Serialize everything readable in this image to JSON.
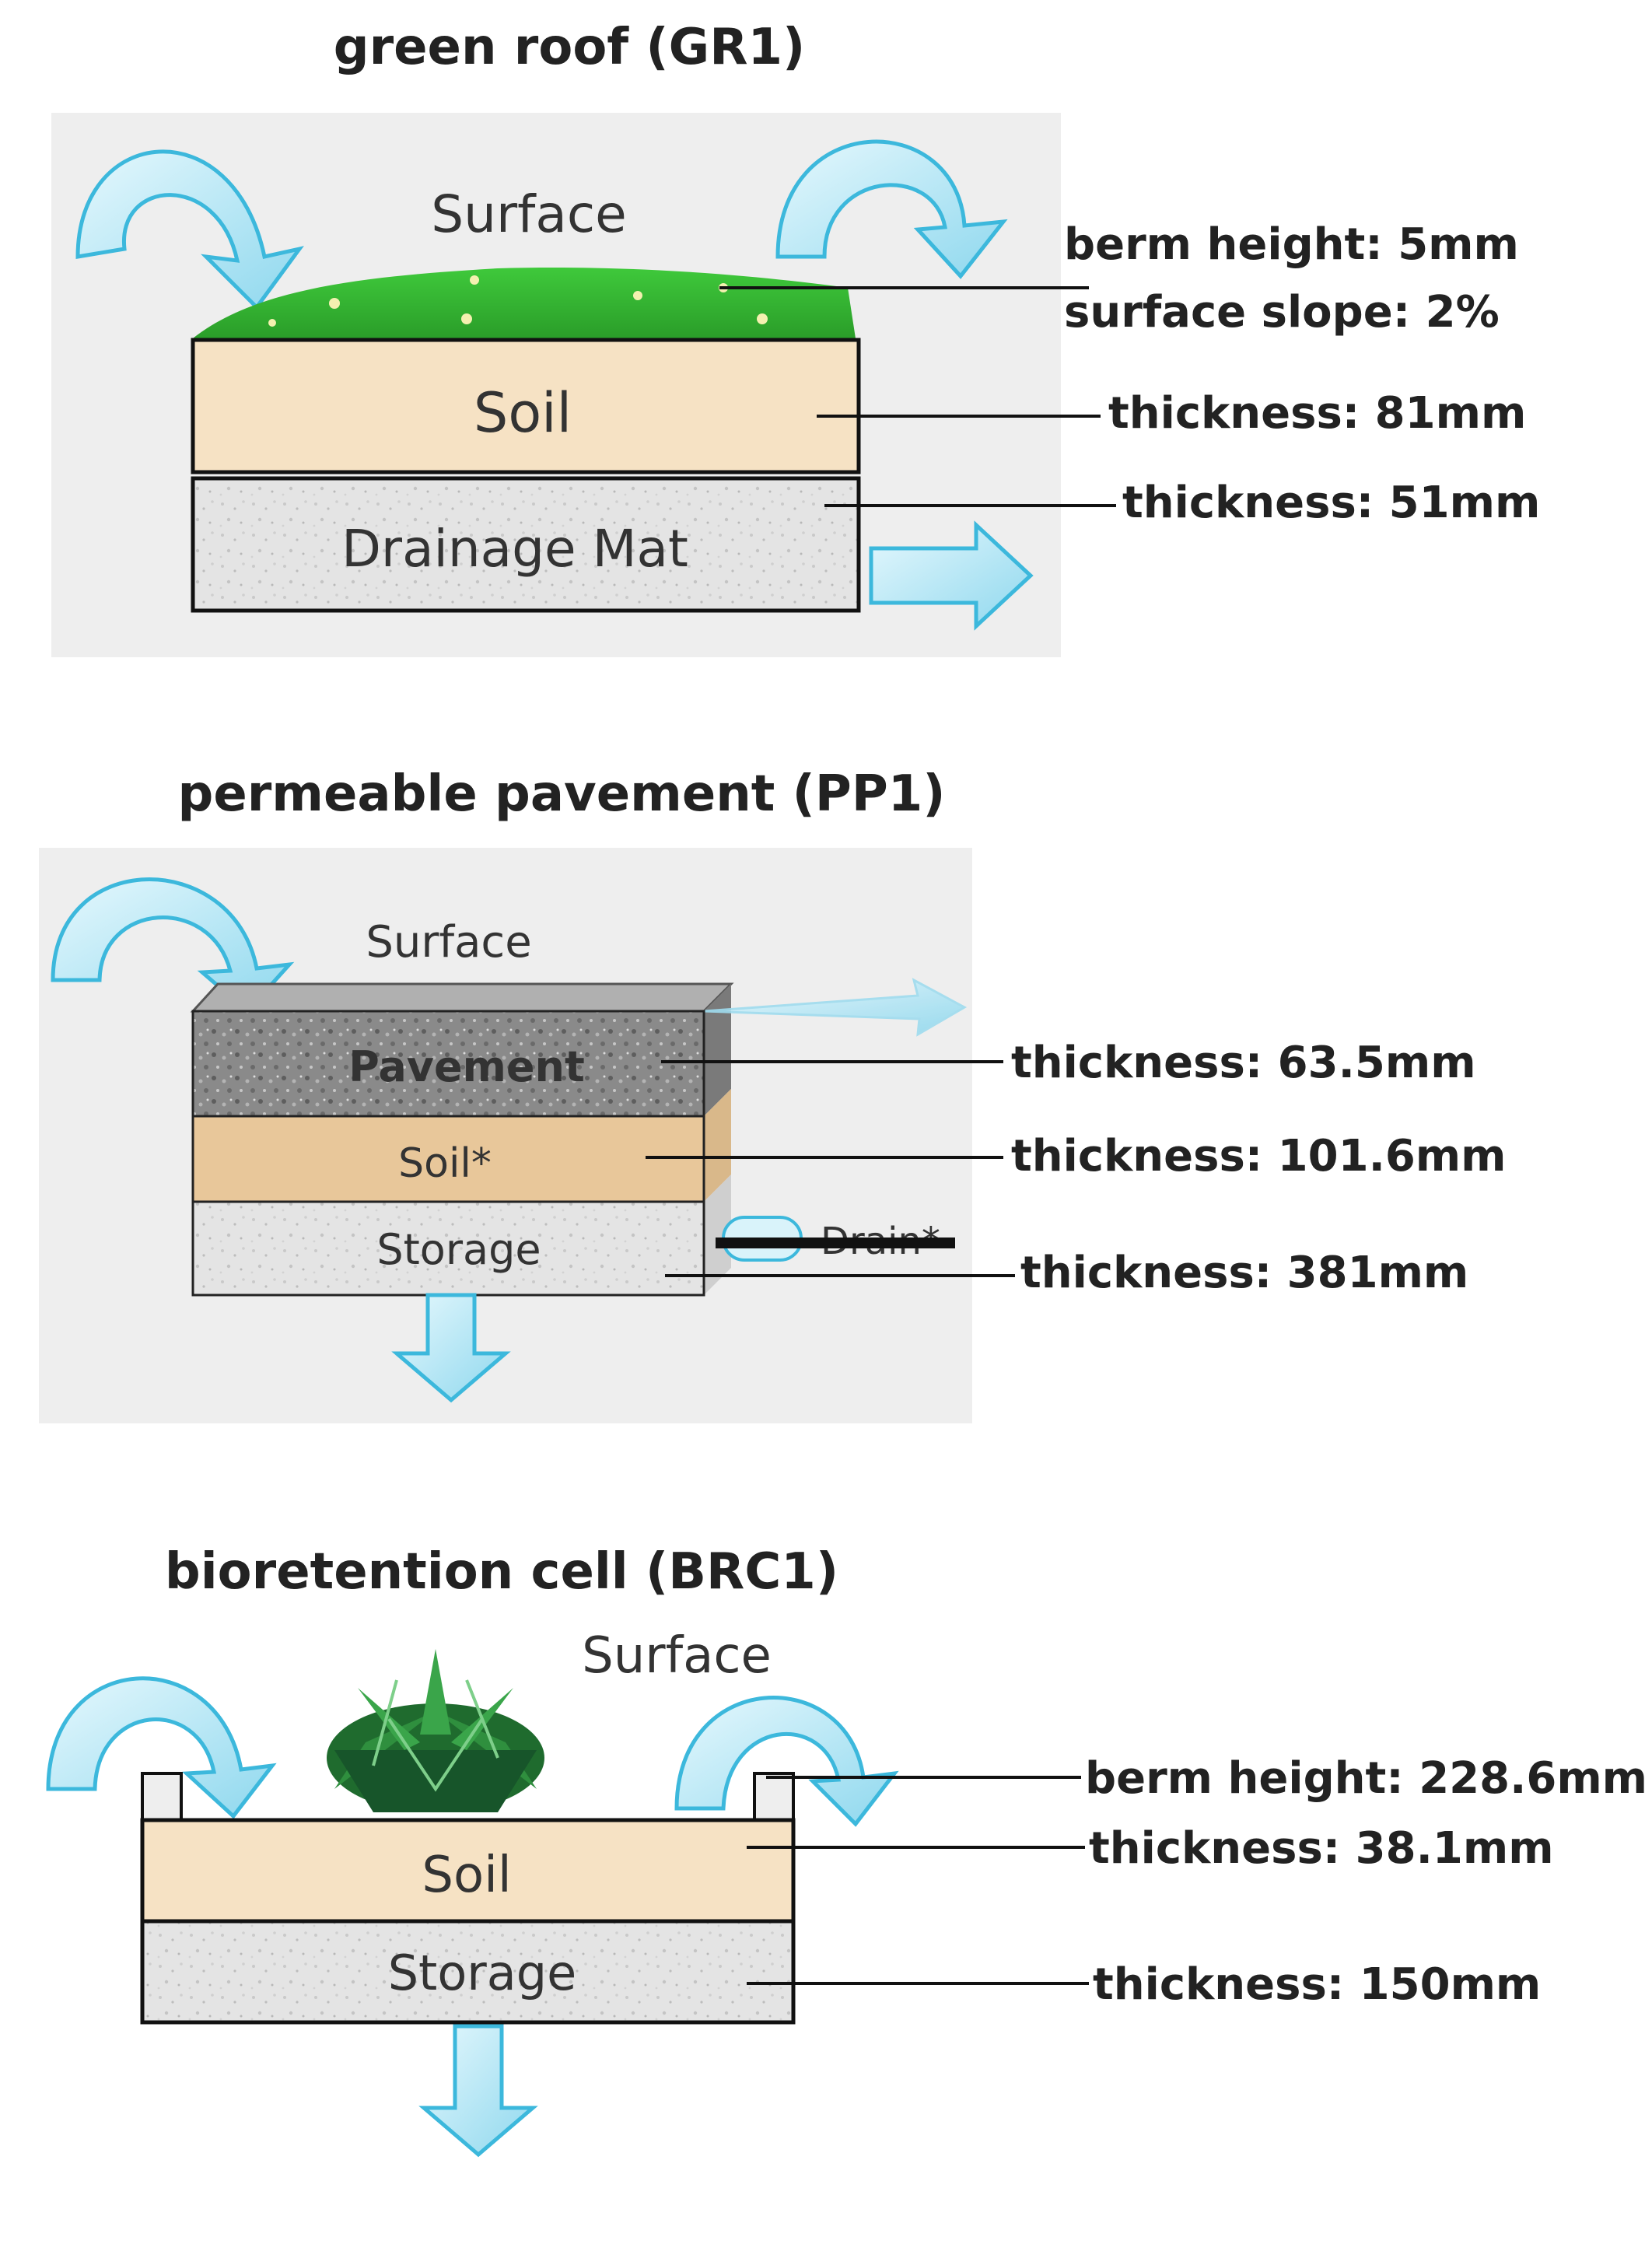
{
  "colors": {
    "panel_bg": "#eeeeee",
    "arrow_fill": "#bfe9f5",
    "arrow_stroke": "#3cb8dc",
    "grass": "#39b536",
    "soil": "#f6e2c4",
    "soil_pp": "#e8c79a",
    "gravel": "#e6e6e6",
    "pavement": "#8c8c8c",
    "leaves": "#1f6b2e"
  },
  "green_roof": {
    "title": "green roof (GR1)",
    "layers": {
      "surface": "Surface",
      "soil": "Soil",
      "drainage": "Drainage Mat"
    },
    "annotations": {
      "berm_height": "berm height: 5mm",
      "surface_slope": "surface slope: 2%",
      "soil_thickness": "thickness: 81mm",
      "drainage_thickness": "thickness: 51mm"
    }
  },
  "permeable_pavement": {
    "title": "permeable pavement (PP1)",
    "layers": {
      "surface": "Surface",
      "pavement": "Pavement",
      "soil": "Soil*",
      "storage": "Storage",
      "drain": "Drain*"
    },
    "annotations": {
      "pavement_thickness": "thickness: 63.5mm",
      "soil_thickness": "thickness: 101.6mm",
      "storage_thickness": "thickness: 381mm"
    }
  },
  "bioretention": {
    "title": "bioretention cell (BRC1)",
    "layers": {
      "surface": "Surface",
      "soil": "Soil",
      "storage": "Storage"
    },
    "annotations": {
      "berm_height": "berm height: 228.6mm",
      "soil_thickness": "thickness: 38.1mm",
      "storage_thickness": "thickness: 150mm"
    }
  }
}
